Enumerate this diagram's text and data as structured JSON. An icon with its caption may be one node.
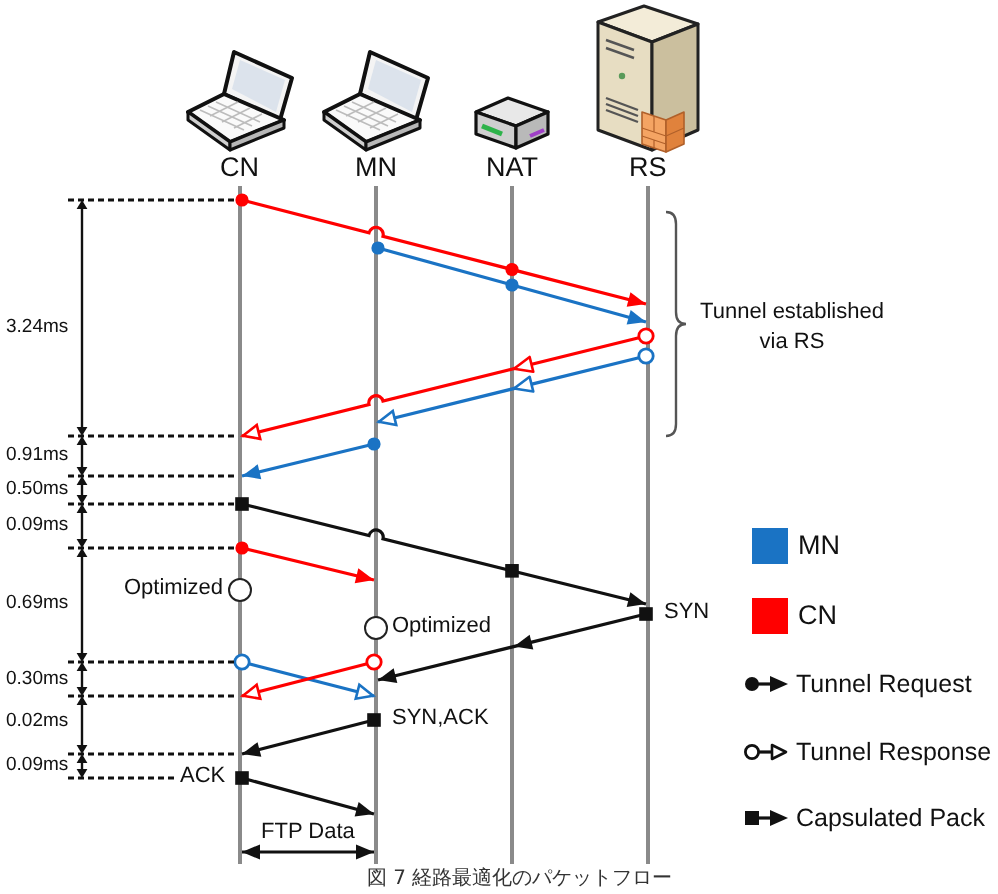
{
  "diagram": {
    "caption": "図 7 経路最適化のパケットフロー",
    "nodes": [
      {
        "text": [
          "CN"
        ]
      },
      {
        "text": [
          "MN"
        ]
      },
      {
        "text": [
          "NAT"
        ]
      },
      {
        "text": [
          "RS"
        ]
      },
      {
        "text": [],
        "shape": "line"
      },
      {
        "text": [],
        "shape": "line"
      },
      {
        "text": [],
        "shape": "line"
      },
      {
        "text": [],
        "shape": "line"
      },
      {
        "text": [],
        "shape": "circle",
        "beside": [
          "Optimized"
        ]
      },
      {
        "text": [],
        "shape": "circle",
        "beside": [
          "Optimized"
        ]
      }
    ],
    "edges": [
      {
        "from": 4,
        "to": 7,
        "arrow": "to",
        "color": "#ff0000"
      },
      {
        "from": 5,
        "to": 7,
        "arrow": "to",
        "color": "#1a73c4"
      },
      {
        "from": 7,
        "to": 4,
        "arrow": "to",
        "color": "#ff0000"
      },
      {
        "from": 7,
        "to": 5,
        "arrow": "to",
        "color": "#1a73c4"
      },
      {
        "from": 5,
        "to": 4,
        "arrow": "to",
        "color": "#1a73c4"
      },
      {
        "from": 4,
        "to": 7,
        "arrow": "to"
      },
      {
        "from": 4,
        "to": 5,
        "arrow": "to",
        "color": "#ff0000"
      },
      {
        "from": 7,
        "to": 5,
        "arrow": "to",
        "label": "SYN"
      },
      {
        "from": 4,
        "to": 5,
        "arrow": "to",
        "color": "#1a73c4"
      },
      {
        "from": 5,
        "to": 4,
        "arrow": "to",
        "color": "#ff0000"
      },
      {
        "from": 5,
        "to": 4,
        "arrow": "to",
        "label": "SYN,ACK"
      },
      {
        "from": 4,
        "to": 5,
        "arrow": "to",
        "label": "ACK"
      },
      {
        "from": 4,
        "to": 5,
        "arrow": "both",
        "label": "FTP Data"
      }
    ],
    "labels": [
      "3.24ms",
      "Tunnel established via RS",
      "0.91ms",
      "0.50ms",
      "0.09ms",
      "0.69ms",
      "0.30ms",
      "0.02ms",
      "0.09ms"
    ],
    "legend": [
      {
        "text": "MN",
        "color": "#1a73c4"
      },
      {
        "text": "CN",
        "color": "#ff0000"
      },
      {
        "text": "Tunnel Request"
      },
      {
        "text": "Tunnel Response"
      },
      {
        "text": "Capsulated Pack"
      }
    ]
  }
}
